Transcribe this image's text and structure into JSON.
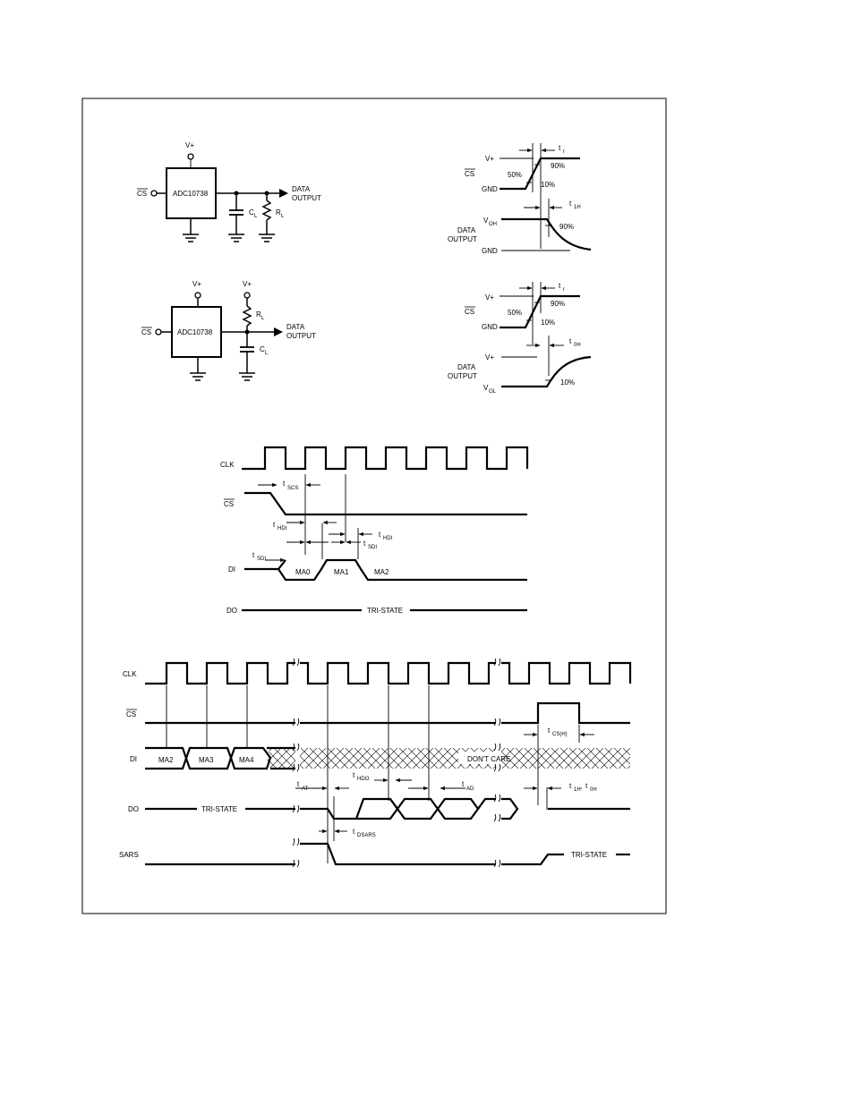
{
  "fig1": {
    "vplus": "V+",
    "chip": "ADC10738",
    "cs": "CS",
    "cl": "C",
    "cl_sub": "L",
    "rl": "R",
    "rl_sub": "L",
    "data_output": [
      "DATA",
      "OUTPUT"
    ]
  },
  "fig2": {
    "vplus_top": "V+",
    "vplus_res": "V+",
    "chip": "ADC10738",
    "cs": "CS",
    "rl": "R",
    "rl_sub": "L",
    "cl": "C",
    "cl_sub": "L",
    "data_output": [
      "DATA",
      "OUTPUT"
    ]
  },
  "wave1": {
    "vplus": "V+",
    "cs": "CS",
    "gnd": "GND",
    "p50": "50%",
    "p90": "90%",
    "p10": "10%",
    "tr": "t",
    "tr_sub": "r",
    "t1h": "t",
    "t1h_sub": "1H",
    "voh": "V",
    "voh_sub": "OH",
    "data_output": [
      "DATA",
      "OUTPUT"
    ],
    "gnd2": "GND",
    "p90b": "90%"
  },
  "wave2": {
    "vplus": "V+",
    "cs": "CS",
    "gnd": "GND",
    "p50": "50%",
    "p90": "90%",
    "p10": "10%",
    "tr": "t",
    "tr_sub": "r",
    "t0h": "t",
    "t0h_sub": "0H",
    "vplus2": "V+",
    "data_output": [
      "DATA",
      "OUTPUT"
    ],
    "vol": "V",
    "vol_sub": "OL",
    "p10b": "10%"
  },
  "timing1": {
    "clk": "CLK",
    "cs": "CS",
    "di": "DI",
    "do": "DO",
    "tscs": "t",
    "tscs_sub": "SCS",
    "thdi": "t",
    "thdi_sub": "HDI",
    "thdi2": "t",
    "thdi2_sub": "HDI",
    "tsdi": "t",
    "tsdi_sub": "SDI",
    "tsdi2": "t",
    "tsdi2_sub": "SDI",
    "ma0": "MA0",
    "ma1": "MA1",
    "ma2": "MA2",
    "tristate": "TRI-STATE"
  },
  "timing2": {
    "clk": "CLK",
    "cs": "CS",
    "di": "DI",
    "do": "DO",
    "sars": "SARS",
    "ma2": "MA2",
    "ma3": "MA3",
    "ma4": "MA4",
    "dont_care": "DON'T CARE",
    "tristate1": "TRI-STATE",
    "tristate2": "TRI-STATE",
    "tcsh": "t",
    "tcsh_sub": "CS(H)",
    "tat": "t",
    "tat_sub": "AT",
    "thdo": "t",
    "thdo_sub": "HDO",
    "tad": "t",
    "tad_sub": "AD",
    "t1h": "t",
    "t1h_sub": "1H",
    "comma": ", ",
    "t0h": "t",
    "t0h_sub": "0H",
    "tdsars": "t",
    "tdsars_sub": "DSARS"
  }
}
